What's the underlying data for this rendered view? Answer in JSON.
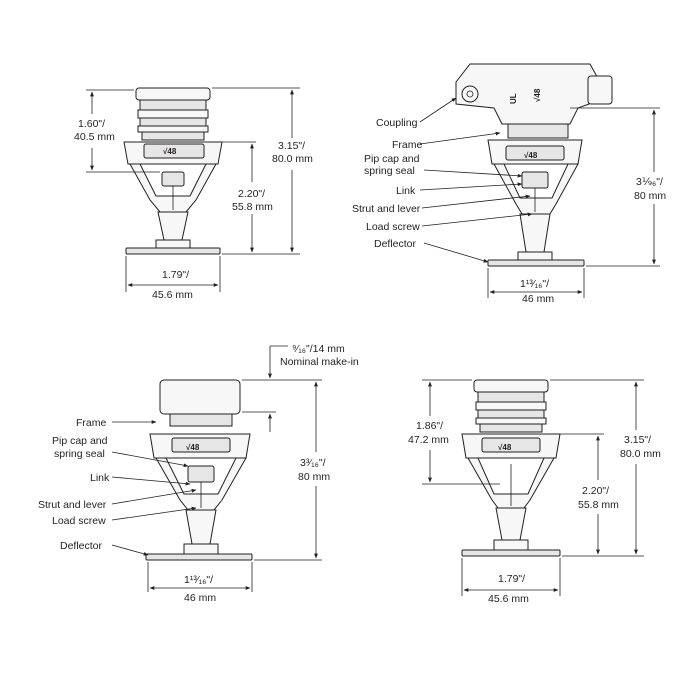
{
  "views": {
    "top_left": {
      "height_lower": "1.60\"/",
      "height_lower_mm": "40.5 mm",
      "height_total": "3.15\"/",
      "height_total_mm": "80.0 mm",
      "height_mid": "2.20\"/",
      "height_mid_mm": "55.8 mm",
      "width": "1.79\"/",
      "width_mm": "45.6 mm",
      "stamp": "√48"
    },
    "top_right": {
      "labels": [
        "Coupling",
        "Frame",
        "Pip cap and",
        "spring seal",
        "Link",
        "Strut and lever",
        "Load screw",
        "Deflector"
      ],
      "height": "3⅑₆\"/",
      "height_mm": "80 mm",
      "width": "1¹³⁄₁₆\"/",
      "width_mm": "46 mm",
      "stamp": "√48"
    },
    "bottom_left": {
      "labels": [
        "Frame",
        "Pip cap and",
        "spring seal",
        "Link",
        "Strut and lever",
        "Load screw",
        "Deflector"
      ],
      "makein": "⁹⁄₁₆\"/14 mm",
      "makein_label": "Nominal make-in",
      "height": "3³⁄₁₆\"/",
      "height_mm": "80 mm",
      "width": "1¹³⁄₁₆\"/",
      "width_mm": "46 mm",
      "stamp": "√48"
    },
    "bottom_right": {
      "height_upper": "1.86\"/",
      "height_upper_mm": "47.2 mm",
      "height_total": "3.15\"/",
      "height_total_mm": "80.0 mm",
      "height_mid": "2.20\"/",
      "height_mid_mm": "55.8 mm",
      "width": "1.79\"/",
      "width_mm": "45.6 mm",
      "stamp": "√48"
    }
  }
}
